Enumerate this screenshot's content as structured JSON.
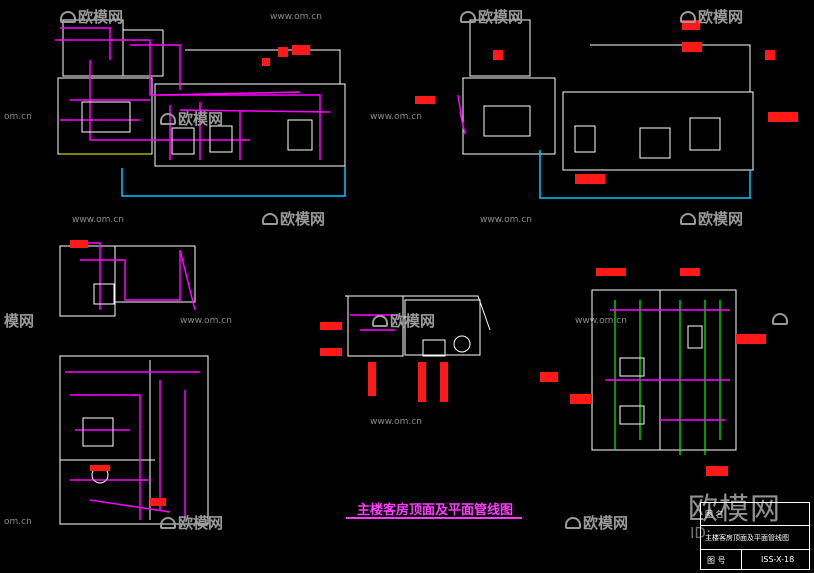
{
  "drawing": {
    "title": "主楼客房顶面及平面管线图",
    "title_block": {
      "name_label": "图 名",
      "name_value": "主楼客房顶面及平面管线图",
      "number_label": "图 号",
      "number_value": "ISS-X-18"
    }
  },
  "watermarks": {
    "url": "www.om.cn",
    "url_partial": "om.cn",
    "brand": "欧模网",
    "brand_partial": "模网",
    "big_brand": "欧模网",
    "id_text": "ID:"
  },
  "colors": {
    "background": "#000000",
    "walls": "#ffffff",
    "piping": "#ff00ff",
    "tags": "#ff1a1a",
    "furniture": "#ffffff",
    "green_lines": "#00ff00",
    "cyan_outline": "#00c8ff",
    "yellow_marks": "#ffff00"
  }
}
